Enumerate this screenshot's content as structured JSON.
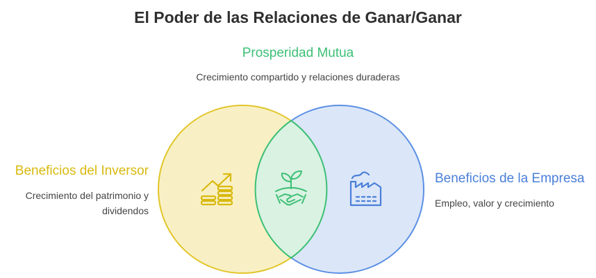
{
  "title": "El Poder de las Relaciones de Ganar/Ganar",
  "colors": {
    "investor_stroke": "#e2c528",
    "investor_fill": "#f8f0c4",
    "company_stroke": "#5a8fe4",
    "company_fill": "#dbe6f8",
    "overlap_stroke": "#3dbf75",
    "overlap_fill": "#d9f2e2",
    "investor_text": "#d9b90f",
    "mutual_text": "#3dbf75",
    "company_text": "#4a7fd9"
  },
  "mutual": {
    "title": "Prosperidad Mutua",
    "description": "Crecimiento compartido y relaciones duraderas",
    "icon": "handshake-with-sprout-icon"
  },
  "investor": {
    "title": "Beneficios del Inversor",
    "description": "Crecimiento del patrimonio y dividendos",
    "icon": "growing-coins-icon"
  },
  "company": {
    "title": "Beneficios de la Empresa",
    "description": "Empleo, valor y crecimiento",
    "icon": "factory-icon"
  }
}
